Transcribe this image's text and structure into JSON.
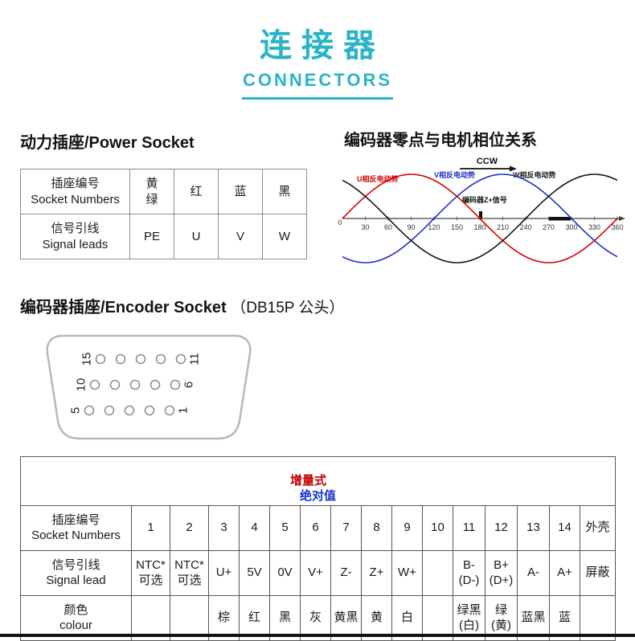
{
  "page": {
    "title": "连接器",
    "subtitle": "CONNECTORS"
  },
  "colors": {
    "accent_teal": "#2ab4c8",
    "incremental_red": "#c00000",
    "absolute_blue": "#1430d2"
  },
  "power_socket": {
    "heading": "动力插座/Power Socket",
    "table": {
      "rows": [
        {
          "cells": [
            "插座编号\nSocket Numbers",
            "黄\n绿",
            "红",
            "蓝",
            "黑"
          ]
        },
        {
          "cells": [
            "信号引线\nSignal leads",
            "PE",
            "U",
            "V",
            "W"
          ]
        }
      ]
    }
  },
  "phase_chart_section": {
    "heading": "编码器零点与电机相位关系"
  },
  "chart_data": {
    "type": "line",
    "title": "编码器零点与电机相位关系",
    "x_range": [
      0,
      360
    ],
    "x_ticks": [
      30,
      60,
      90,
      120,
      150,
      180,
      210,
      240,
      270,
      300,
      330,
      360
    ],
    "origin_label": "0",
    "y_amplitude": 1,
    "grid": false,
    "series": [
      {
        "name": "U相反电动势",
        "color": "#d40000",
        "phase_deg": 0
      },
      {
        "name": "V相反电动势",
        "color": "#2030c8",
        "phase_deg": 120
      },
      {
        "name": "W相反电动势",
        "color": "#151515",
        "phase_deg": 240
      }
    ],
    "annotations": {
      "rotation": "CCW",
      "z_signal": "编码器Z+信号"
    }
  },
  "encoder_section": {
    "heading": "编码器插座/Encoder Socket",
    "note": "（DB15P 公头）"
  },
  "db15_connector": {
    "pins_per_row": 5,
    "rows": [
      {
        "left_pin": "15",
        "right_pin": "11"
      },
      {
        "left_pin": "10",
        "right_pin": "6"
      },
      {
        "left_pin": "5",
        "right_pin": "1"
      }
    ]
  },
  "encoder_table": {
    "header": {
      "left": "增量式",
      "right": "绝对值"
    },
    "rows": [
      {
        "cells": [
          "插座编号\nSocket Numbers",
          "1",
          "2",
          "3",
          "4",
          "5",
          "6",
          "7",
          "8",
          "9",
          "10",
          "11",
          "12",
          "13",
          "14",
          "外壳"
        ]
      },
      {
        "cells": [
          "信号引线\nSignal lead",
          "NTC*\n可选",
          "NTC*\n可选",
          "U+",
          "5V",
          "0V",
          "V+",
          "Z-",
          "Z+",
          "W+",
          "",
          "B-\n(D-)",
          "B+\n(D+)",
          "A-",
          "A+",
          "屏蔽"
        ]
      },
      {
        "cells": [
          "颜色\ncolour",
          "",
          "",
          "棕",
          "红",
          "黑",
          "灰",
          "黄黑",
          "黄",
          "白",
          "",
          "绿黑\n(白)",
          "绿\n(黄)",
          "蓝黑",
          "蓝",
          ""
        ]
      }
    ]
  }
}
